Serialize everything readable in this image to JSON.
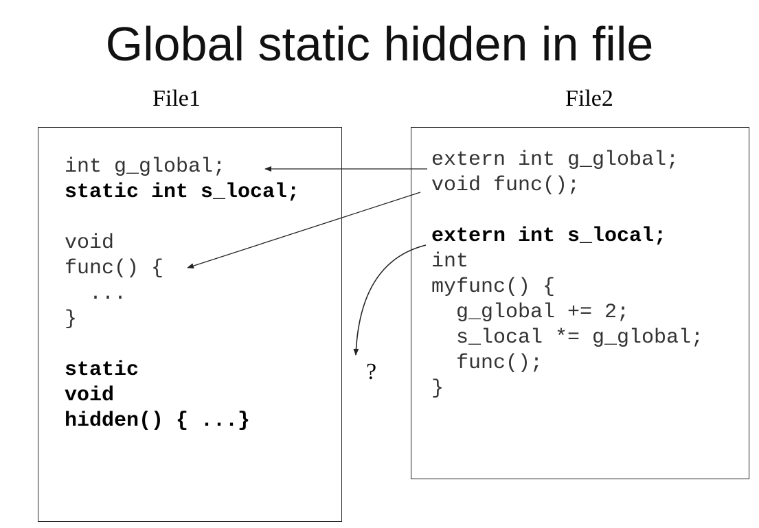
{
  "title": "Global static hidden in file",
  "file1": {
    "label": "File1",
    "lines": [
      {
        "text": "int g_global;",
        "bold": false
      },
      {
        "text": "static int s_local;",
        "bold": true
      },
      {
        "text": "",
        "bold": false
      },
      {
        "text": "void",
        "bold": false
      },
      {
        "text": "func() {",
        "bold": false
      },
      {
        "text": "  ...",
        "bold": false
      },
      {
        "text": "}",
        "bold": false
      },
      {
        "text": "",
        "bold": false
      },
      {
        "text": "static",
        "bold": true
      },
      {
        "text": "void",
        "bold": true
      },
      {
        "text": "hidden() { ...}",
        "bold": true
      }
    ]
  },
  "file2": {
    "label": "File2",
    "lines": [
      {
        "text": "extern int g_global;",
        "bold": false
      },
      {
        "text": "void func();",
        "bold": false
      },
      {
        "text": "",
        "bold": false
      },
      {
        "text": "extern int s_local;",
        "bold": true
      },
      {
        "text": "int",
        "bold": false
      },
      {
        "text": "myfunc() {",
        "bold": false
      },
      {
        "text": "  g_global += 2;",
        "bold": false
      },
      {
        "text": "  s_local *= g_global;",
        "bold": false
      },
      {
        "text": "  func();",
        "bold": false
      },
      {
        "text": "}",
        "bold": false
      }
    ]
  },
  "question_mark": "?",
  "colors": {
    "line": "#222222",
    "text": "#333333",
    "bold_text": "#000000"
  }
}
